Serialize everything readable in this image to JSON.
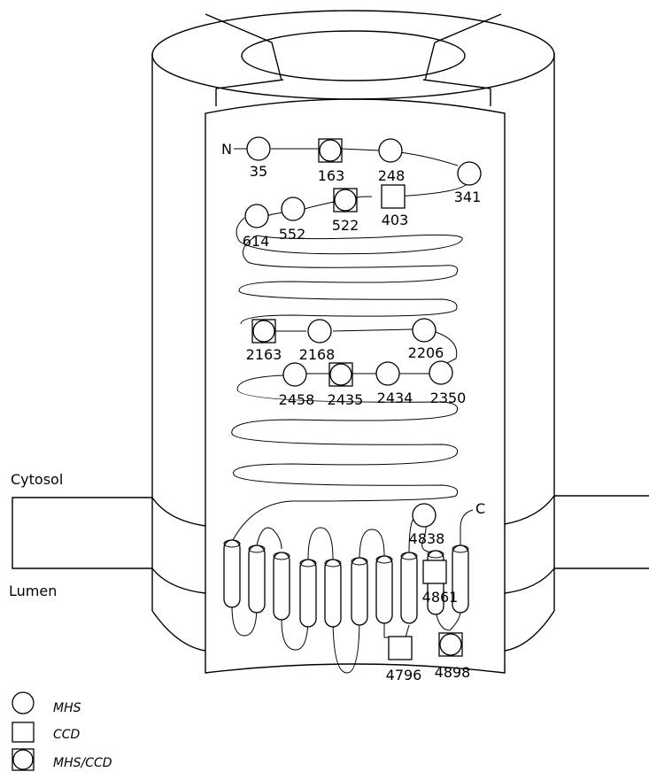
{
  "regions": {
    "cytosol": "Cytosol",
    "lumen": "Lumen"
  },
  "termini": {
    "n": "N",
    "c": "C"
  },
  "residues": [
    {
      "id": "r35",
      "label": "35",
      "type": "MHS"
    },
    {
      "id": "r163",
      "label": "163",
      "type": "MHS/CCD"
    },
    {
      "id": "r248",
      "label": "248",
      "type": "MHS"
    },
    {
      "id": "r341",
      "label": "341",
      "type": "MHS"
    },
    {
      "id": "r403",
      "label": "403",
      "type": "CCD"
    },
    {
      "id": "r522",
      "label": "522",
      "type": "MHS/CCD"
    },
    {
      "id": "r552",
      "label": "552",
      "type": "MHS"
    },
    {
      "id": "r614",
      "label": "614",
      "type": "MHS"
    },
    {
      "id": "r2163",
      "label": "2163",
      "type": "MHS/CCD"
    },
    {
      "id": "r2168",
      "label": "2168",
      "type": "MHS"
    },
    {
      "id": "r2206",
      "label": "2206",
      "type": "MHS"
    },
    {
      "id": "r2458",
      "label": "2458",
      "type": "MHS"
    },
    {
      "id": "r2435",
      "label": "2435",
      "type": "MHS/CCD"
    },
    {
      "id": "r2434",
      "label": "2434",
      "type": "MHS"
    },
    {
      "id": "r2350",
      "label": "2350",
      "type": "MHS"
    },
    {
      "id": "r4838",
      "label": "4838",
      "type": "MHS"
    },
    {
      "id": "r4861",
      "label": "4861",
      "type": "CCD"
    },
    {
      "id": "r4796",
      "label": "4796",
      "type": "CCD"
    },
    {
      "id": "r4898",
      "label": "4898",
      "type": "MHS/CCD"
    }
  ],
  "legend": [
    {
      "type": "MHS",
      "label": "MHS",
      "icon": "circle-icon"
    },
    {
      "type": "CCD",
      "label": "CCD",
      "icon": "square-icon"
    },
    {
      "type": "MHS/CCD",
      "label": "MHS/CCD",
      "icon": "circle-in-square-icon"
    }
  ]
}
